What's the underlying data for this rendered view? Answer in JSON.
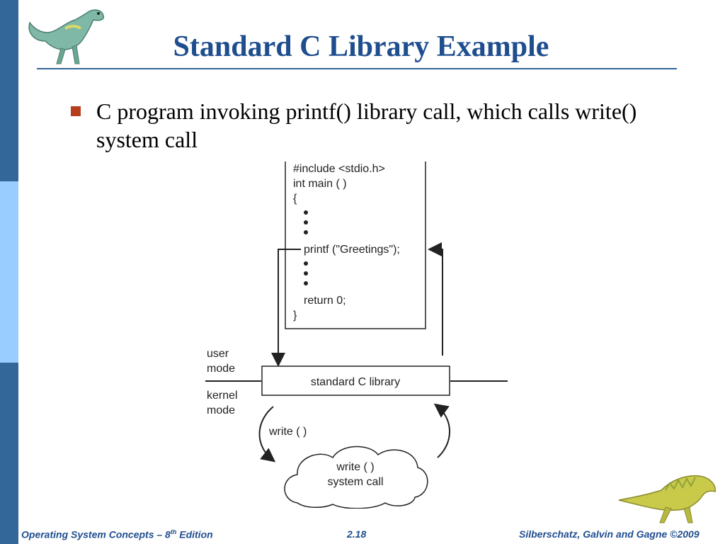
{
  "slide": {
    "title": "Standard C Library Example",
    "bullet": "C program invoking printf() library call, which calls write() system call"
  },
  "diagram": {
    "code_lines": [
      "#include <stdio.h>",
      "int main ( )",
      "{",
      "printf (\"Greetings\");",
      "return 0;",
      "}"
    ],
    "mode_labels": {
      "user_1": "user",
      "user_2": "mode",
      "kernel_1": "kernel",
      "kernel_2": "mode"
    },
    "library_label": "standard C library",
    "write_label": "write ( )",
    "cloud_line_1": "write ( )",
    "cloud_line_2": "system call"
  },
  "footer": {
    "book_prefix": "Operating System Concepts – 8",
    "book_sup": "th",
    "book_suffix": " Edition",
    "page": "2.18",
    "copyright": "Silberschatz, Galvin and Gagne ©2009"
  },
  "colors": {
    "sidebar_dark": "#336699",
    "sidebar_light": "#99ccff",
    "title": "#1f4e8f",
    "bullet": "#b53f1c"
  },
  "icons": {
    "top_logo": "dinosaur-icon",
    "bottom_logo": "dinosaur-icon"
  }
}
